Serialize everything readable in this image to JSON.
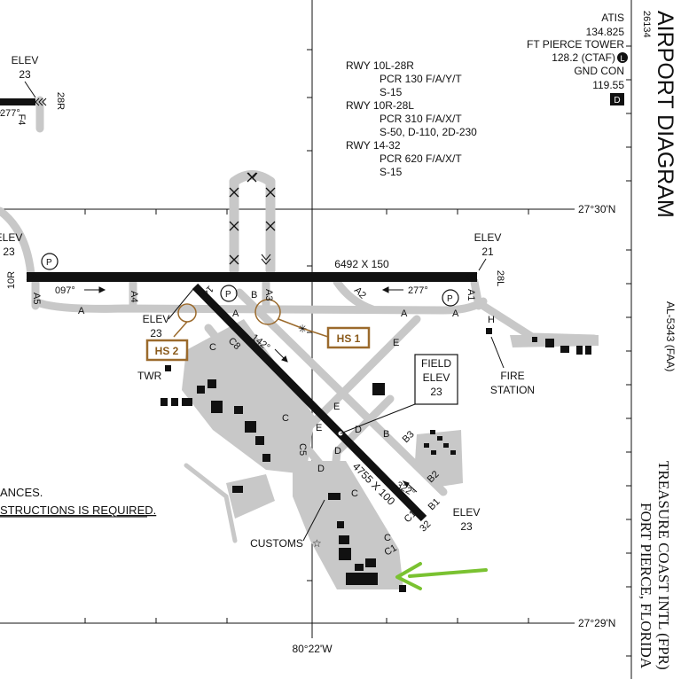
{
  "colors": {
    "pavement": "#c8c8c8",
    "runway": "#111111",
    "ink": "#111111",
    "hotspot": "#9b6a2c",
    "arrow": "#7ac231"
  },
  "header": {
    "volume_number": "26134",
    "title": "AIRPORT DIAGRAM",
    "doc_id": "AL-5343 (FAA)",
    "airport_name": "TREASURE COAST INTL (FPR)",
    "city": "FORT PIERCE, FLORIDA"
  },
  "frequencies": {
    "atis_label": "ATIS",
    "atis_freq": "134.825",
    "tower_label": "FT PIERCE TOWER",
    "tower_freq": "128.2 (CTAF)",
    "ctaf_badge": "L",
    "gnd_label": "GND CON",
    "gnd_freq": "119.55",
    "d_badge": "D"
  },
  "runway_info": [
    {
      "rwy": "RWY 10L-28R",
      "pcr": "PCR 130 F/A/Y/T",
      "weights": "S-15"
    },
    {
      "rwy": "RWY 10R-28L",
      "pcr": "PCR 310 F/A/X/T",
      "weights": "S-50, D-110, 2D-230"
    },
    {
      "rwy": "RWY 14-32",
      "pcr": "PCR 620 F/A/X/T",
      "weights": "S-15"
    }
  ],
  "coords": {
    "lat_top": "27°30'N",
    "lat_bottom": "27°29'N",
    "lon": "80°22'W"
  },
  "runway_labels": {
    "dims_main": "6492 X 150",
    "dims_cross": "4755 X 100",
    "rwy_10r": "10R",
    "rwy_28l": "28L",
    "rwy_28r": "28R",
    "rwy_14": "14",
    "rwy_32": "32",
    "hdg_097": "097°",
    "hdg_277_main": "277°",
    "hdg_277_top": "277°",
    "hdg_142": "142°",
    "hdg_322": "322°",
    "f4": "F4"
  },
  "elevations": {
    "elev_word": "ELEV",
    "elev_top_left": "23",
    "elev_left": "23",
    "elev_right": "21",
    "elev_hs2": "23",
    "elev_b1": "23",
    "field_elev_1": "FIELD",
    "field_elev_2": "ELEV",
    "field_elev_val": "23"
  },
  "hot_spots": {
    "hs1": "HS 1",
    "hs2": "HS 2"
  },
  "taxiways": [
    {
      "id": "A5",
      "label": "A5"
    },
    {
      "id": "A4",
      "label": "A4"
    },
    {
      "id": "A3",
      "label": "A3"
    },
    {
      "id": "A2",
      "label": "A2"
    },
    {
      "id": "A1",
      "label": "A1"
    },
    {
      "id": "A-west",
      "label": "A"
    },
    {
      "id": "A-mid",
      "label": "A"
    },
    {
      "id": "A-east1",
      "label": "A"
    },
    {
      "id": "A-east2",
      "label": "A"
    },
    {
      "id": "H",
      "label": "H"
    },
    {
      "id": "B-north",
      "label": "B"
    },
    {
      "id": "B-south",
      "label": "B"
    },
    {
      "id": "B3",
      "label": "B3"
    },
    {
      "id": "B2",
      "label": "B2"
    },
    {
      "id": "B1",
      "label": "B1"
    },
    {
      "id": "C-1",
      "label": "C"
    },
    {
      "id": "C-2",
      "label": "C"
    },
    {
      "id": "C-3",
      "label": "C"
    },
    {
      "id": "C-4",
      "label": "C"
    },
    {
      "id": "C8",
      "label": "C8"
    },
    {
      "id": "C5",
      "label": "C5"
    },
    {
      "id": "C1a",
      "label": "C1"
    },
    {
      "id": "C1b",
      "label": "C1"
    },
    {
      "id": "D-1",
      "label": "D"
    },
    {
      "id": "D-2",
      "label": "D"
    },
    {
      "id": "D-3",
      "label": "D"
    },
    {
      "id": "E-1",
      "label": "E"
    },
    {
      "id": "E-2",
      "label": "E"
    },
    {
      "id": "E-3",
      "label": "E"
    },
    {
      "id": "P-1",
      "label": "P"
    },
    {
      "id": "P-2",
      "label": "P"
    },
    {
      "id": "P-3",
      "label": "P"
    }
  ],
  "labels": {
    "twr": "TWR",
    "fire_station_1": "FIRE",
    "fire_station_2": "STATION",
    "customs": "CUSTOMS",
    "note_1": "ANCES.",
    "note_2": "STRUCTIONS IS REQUIRED."
  }
}
